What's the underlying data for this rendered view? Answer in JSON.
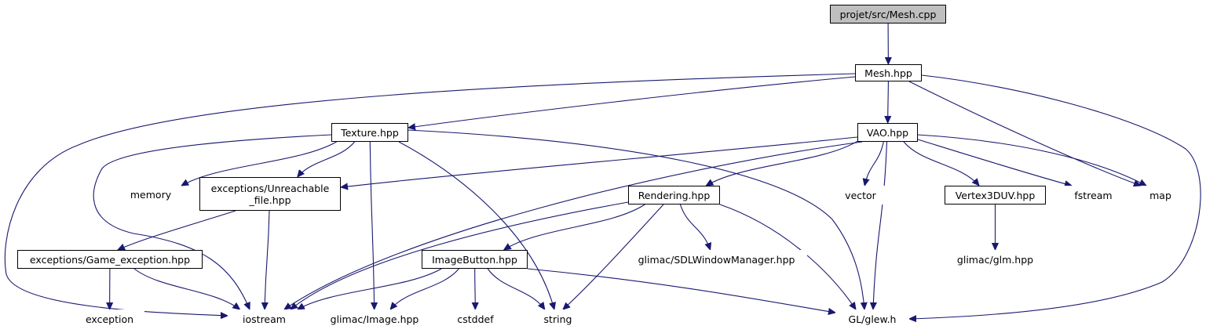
{
  "diagram": {
    "type": "include-dependency-graph",
    "colors": {
      "edge": "#191970",
      "focus_fill": "#bfbfbf",
      "local_border": "#000000",
      "external_border": "#bfbfbf"
    },
    "nodes": [
      {
        "id": "mesh_cpp",
        "label": "projet/src/Mesh.cpp",
        "kind": "focus"
      },
      {
        "id": "mesh_hpp",
        "label": "Mesh.hpp",
        "kind": "local"
      },
      {
        "id": "texture_hpp",
        "label": "Texture.hpp",
        "kind": "local"
      },
      {
        "id": "vao_hpp",
        "label": "VAO.hpp",
        "kind": "local"
      },
      {
        "id": "memory",
        "label": "memory",
        "kind": "external"
      },
      {
        "id": "unreachable",
        "label": "exceptions/Unreachable\n_file.hpp",
        "kind": "local"
      },
      {
        "id": "rendering_hpp",
        "label": "Rendering.hpp",
        "kind": "local"
      },
      {
        "id": "vector",
        "label": "vector",
        "kind": "external"
      },
      {
        "id": "vertex3duv",
        "label": "Vertex3DUV.hpp",
        "kind": "local"
      },
      {
        "id": "fstream",
        "label": "fstream",
        "kind": "external"
      },
      {
        "id": "map",
        "label": "map",
        "kind": "external"
      },
      {
        "id": "game_exception",
        "label": "exceptions/Game_exception.hpp",
        "kind": "local"
      },
      {
        "id": "imagebutton",
        "label": "ImageButton.hpp",
        "kind": "local"
      },
      {
        "id": "sdlwindow",
        "label": "glimac/SDLWindowManager.hpp",
        "kind": "external"
      },
      {
        "id": "glm",
        "label": "glimac/glm.hpp",
        "kind": "external"
      },
      {
        "id": "exception",
        "label": "exception",
        "kind": "external"
      },
      {
        "id": "iostream",
        "label": "iostream",
        "kind": "external"
      },
      {
        "id": "image_hpp",
        "label": "glimac/Image.hpp",
        "kind": "external"
      },
      {
        "id": "cstddef",
        "label": "cstddef",
        "kind": "external"
      },
      {
        "id": "string",
        "label": "string",
        "kind": "external"
      },
      {
        "id": "glew",
        "label": "GL/glew.h",
        "kind": "external"
      }
    ],
    "edges": [
      [
        "mesh_cpp",
        "mesh_hpp"
      ],
      [
        "mesh_hpp",
        "texture_hpp"
      ],
      [
        "mesh_hpp",
        "vao_hpp"
      ],
      [
        "mesh_hpp",
        "map"
      ],
      [
        "mesh_hpp",
        "glew"
      ],
      [
        "mesh_hpp",
        "iostream"
      ],
      [
        "texture_hpp",
        "memory"
      ],
      [
        "texture_hpp",
        "unreachable"
      ],
      [
        "texture_hpp",
        "iostream"
      ],
      [
        "texture_hpp",
        "image_hpp"
      ],
      [
        "texture_hpp",
        "string"
      ],
      [
        "texture_hpp",
        "glew"
      ],
      [
        "vao_hpp",
        "unreachable"
      ],
      [
        "vao_hpp",
        "rendering_hpp"
      ],
      [
        "vao_hpp",
        "vector"
      ],
      [
        "vao_hpp",
        "vertex3duv"
      ],
      [
        "vao_hpp",
        "fstream"
      ],
      [
        "vao_hpp",
        "map"
      ],
      [
        "vao_hpp",
        "iostream"
      ],
      [
        "vao_hpp",
        "glew"
      ],
      [
        "unreachable",
        "game_exception"
      ],
      [
        "unreachable",
        "iostream"
      ],
      [
        "game_exception",
        "exception"
      ],
      [
        "game_exception",
        "iostream"
      ],
      [
        "rendering_hpp",
        "imagebutton"
      ],
      [
        "rendering_hpp",
        "sdlwindow"
      ],
      [
        "rendering_hpp",
        "iostream"
      ],
      [
        "rendering_hpp",
        "string"
      ],
      [
        "rendering_hpp",
        "glew"
      ],
      [
        "vertex3duv",
        "glm"
      ],
      [
        "imagebutton",
        "iostream"
      ],
      [
        "imagebutton",
        "image_hpp"
      ],
      [
        "imagebutton",
        "cstddef"
      ],
      [
        "imagebutton",
        "string"
      ],
      [
        "imagebutton",
        "glew"
      ]
    ]
  }
}
